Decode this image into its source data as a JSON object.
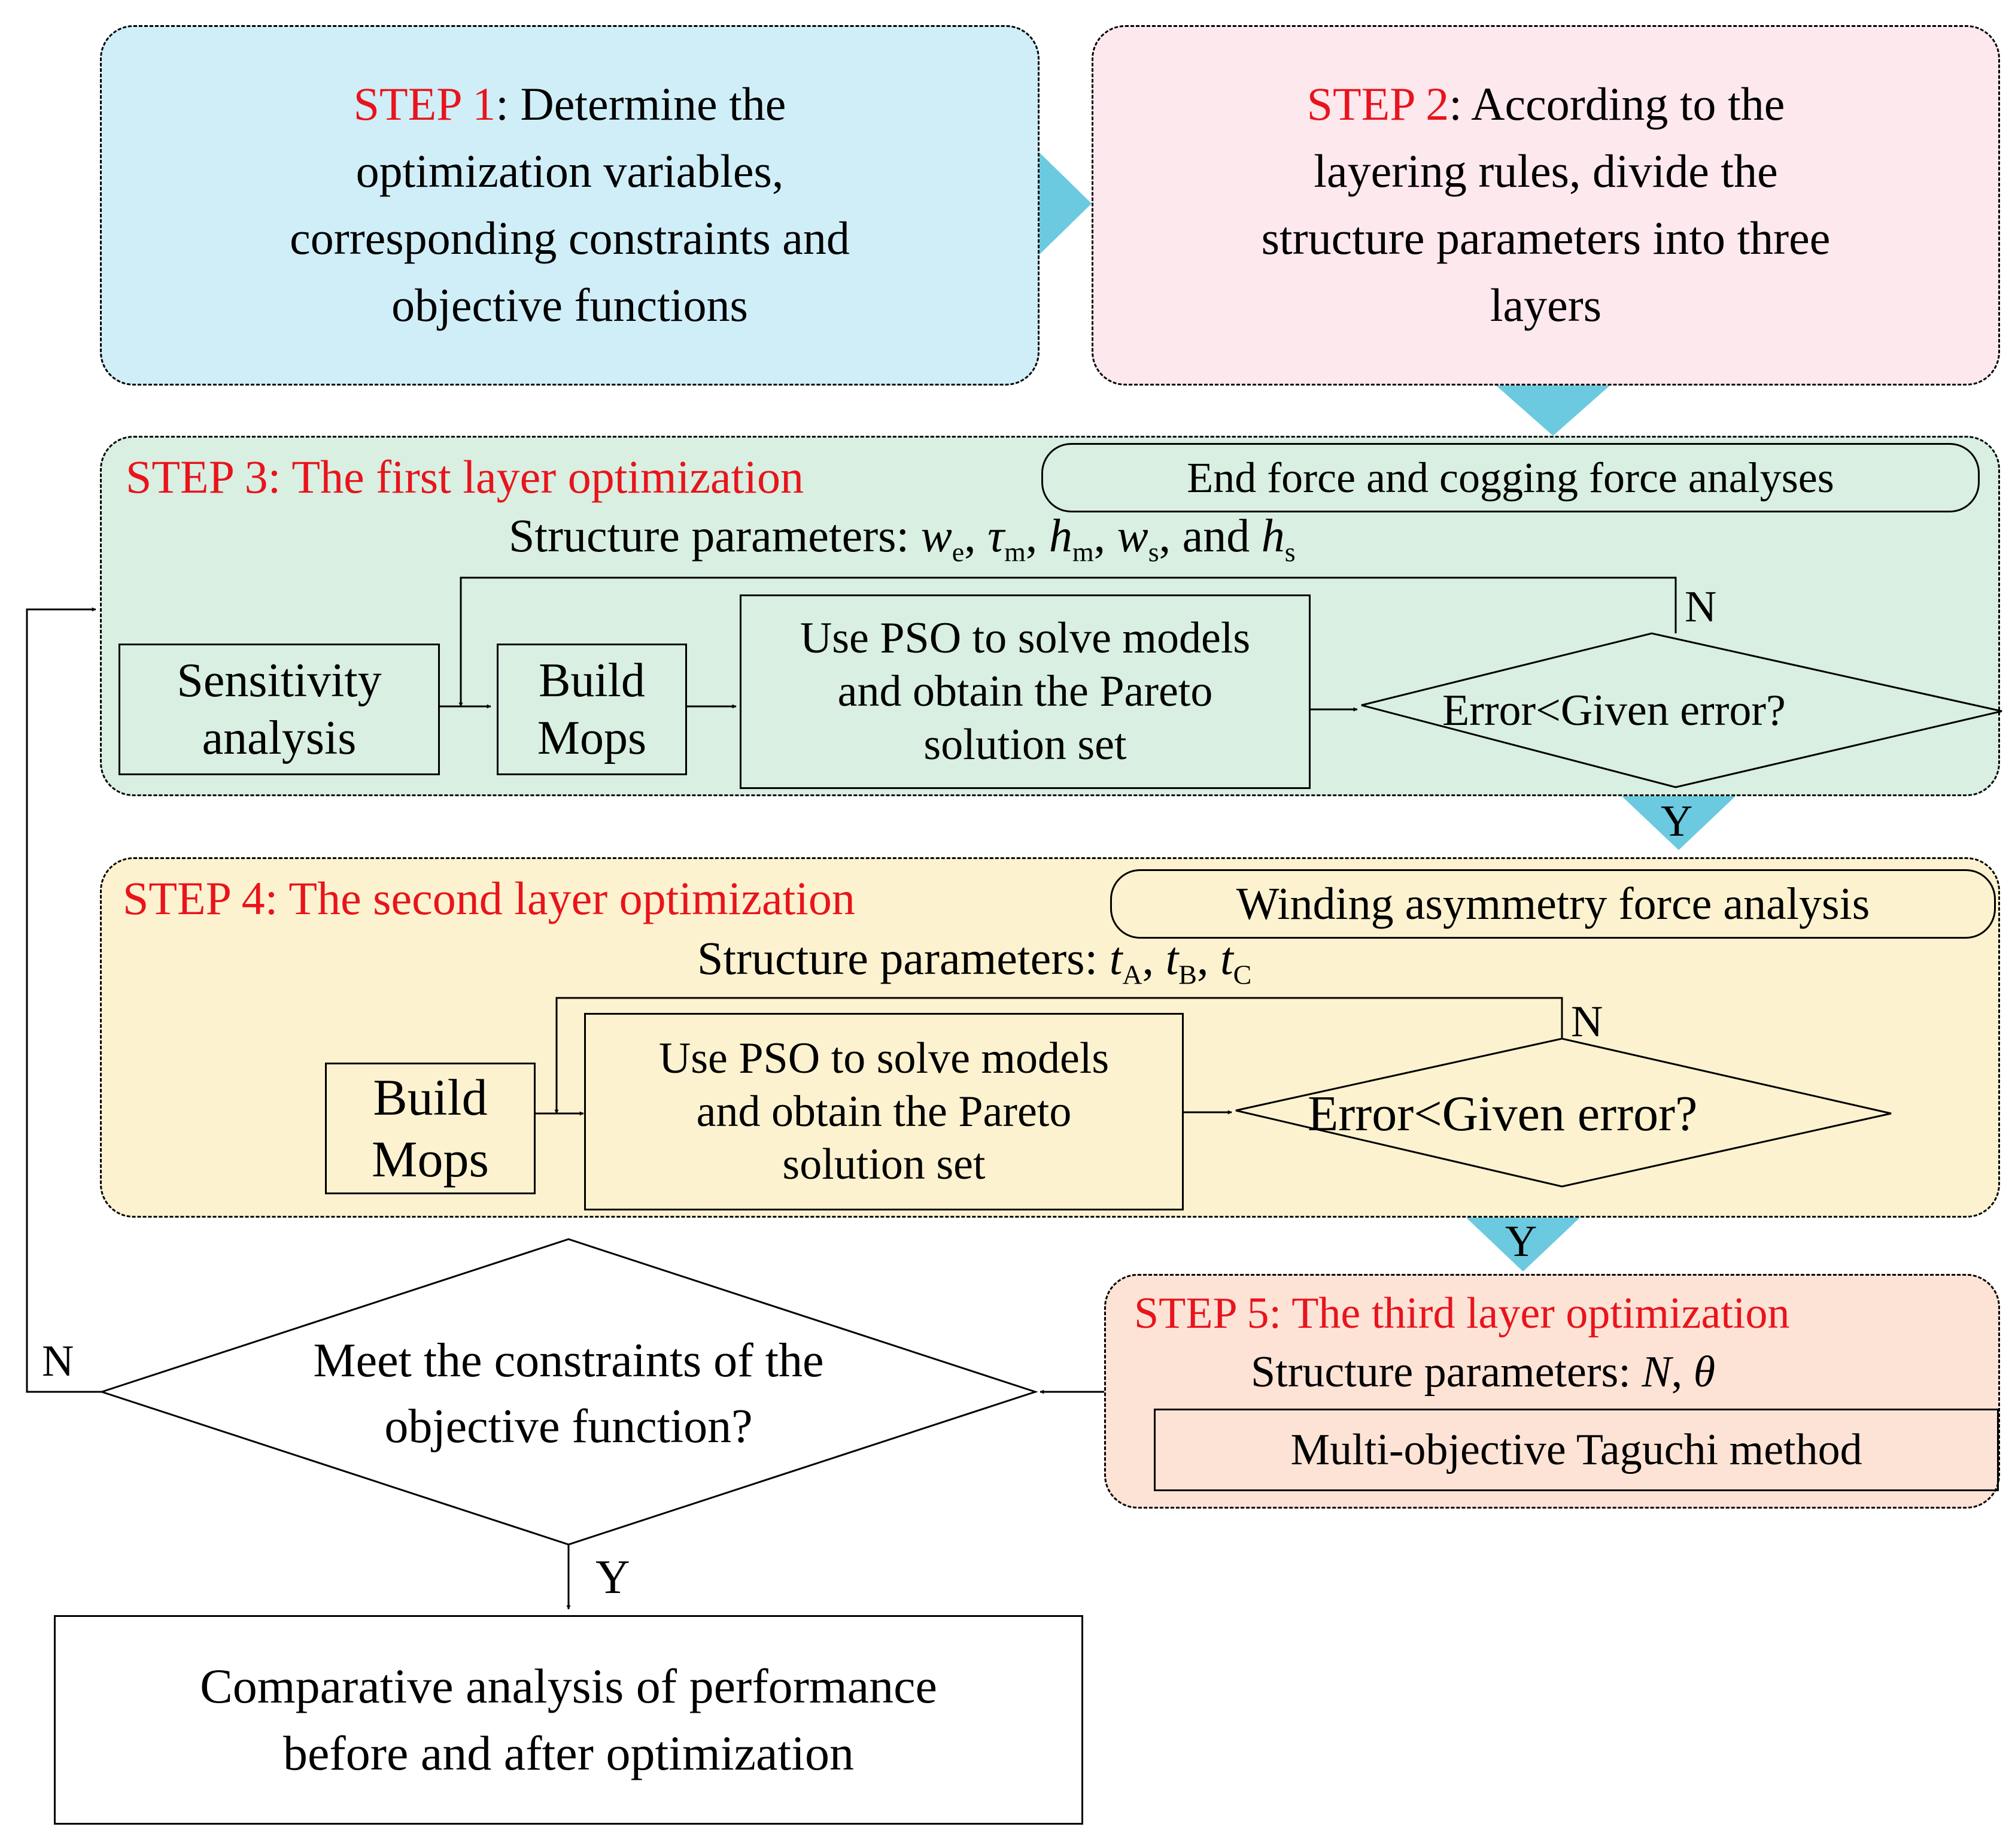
{
  "step1": {
    "tag": "STEP 1",
    "text": ": Determine the",
    "line2": "optimization variables,",
    "line3": "corresponding constraints and",
    "line4": "objective functions"
  },
  "step2": {
    "tag": "STEP 2",
    "text": ": According to the",
    "line2": "layering rules, divide the",
    "line3": "structure parameters into three",
    "line4": "layers"
  },
  "step3": {
    "title": "STEP 3: The first layer optimization",
    "analysis": "End force and cogging force analyses",
    "params_label": "Structure parameters: ",
    "params": {
      "p1": "w",
      "p1s": "e",
      "p2": "τ",
      "p2s": "m",
      "p3": "h",
      "p3s": "m",
      "p4": "w",
      "p4s": "s",
      "p5": "h",
      "p5s": "s",
      "sep": ", ",
      "and": ", and "
    },
    "sensitivity": "Sensitivity analysis",
    "build": "Build Mops",
    "pso": "Use PSO to solve models and obtain the Pareto solution set",
    "decision": "Error<Given error?",
    "no": "N",
    "yes": "Y"
  },
  "step4": {
    "title": "STEP 4: The second layer optimization",
    "analysis": "Winding asymmetry force analysis",
    "params_label": "Structure parameters: ",
    "params": {
      "p1": "t",
      "p1s": "A",
      "p2": "t",
      "p2s": "B",
      "p3": "t",
      "p3s": "C",
      "sep": ", "
    },
    "build": "Build Mops",
    "pso": "Use PSO to solve models and obtain the Pareto solution set",
    "decision": "Error<Given error?",
    "no": "N",
    "yes": "Y"
  },
  "step5": {
    "title": "STEP 5: The third layer optimization",
    "params_label": "Structure parameters: ",
    "params": {
      "p1": "N",
      "p2": "θ",
      "sep": ", "
    },
    "method": "Multi-objective Taguchi method"
  },
  "final_decision": {
    "line1": "Meet the constraints of the",
    "line2": "objective function?",
    "no": "N",
    "yes": "Y"
  },
  "result": {
    "line1": "Comparative analysis of performance",
    "line2": "before and after optimization"
  },
  "colors": {
    "step1": "#d0eef8",
    "step2": "#fde8ee",
    "step3": "#d8efe2",
    "step4": "#fdf2cf",
    "step5": "#fde3d6",
    "arrow": "#6bcadf",
    "red": "#e8141c"
  }
}
